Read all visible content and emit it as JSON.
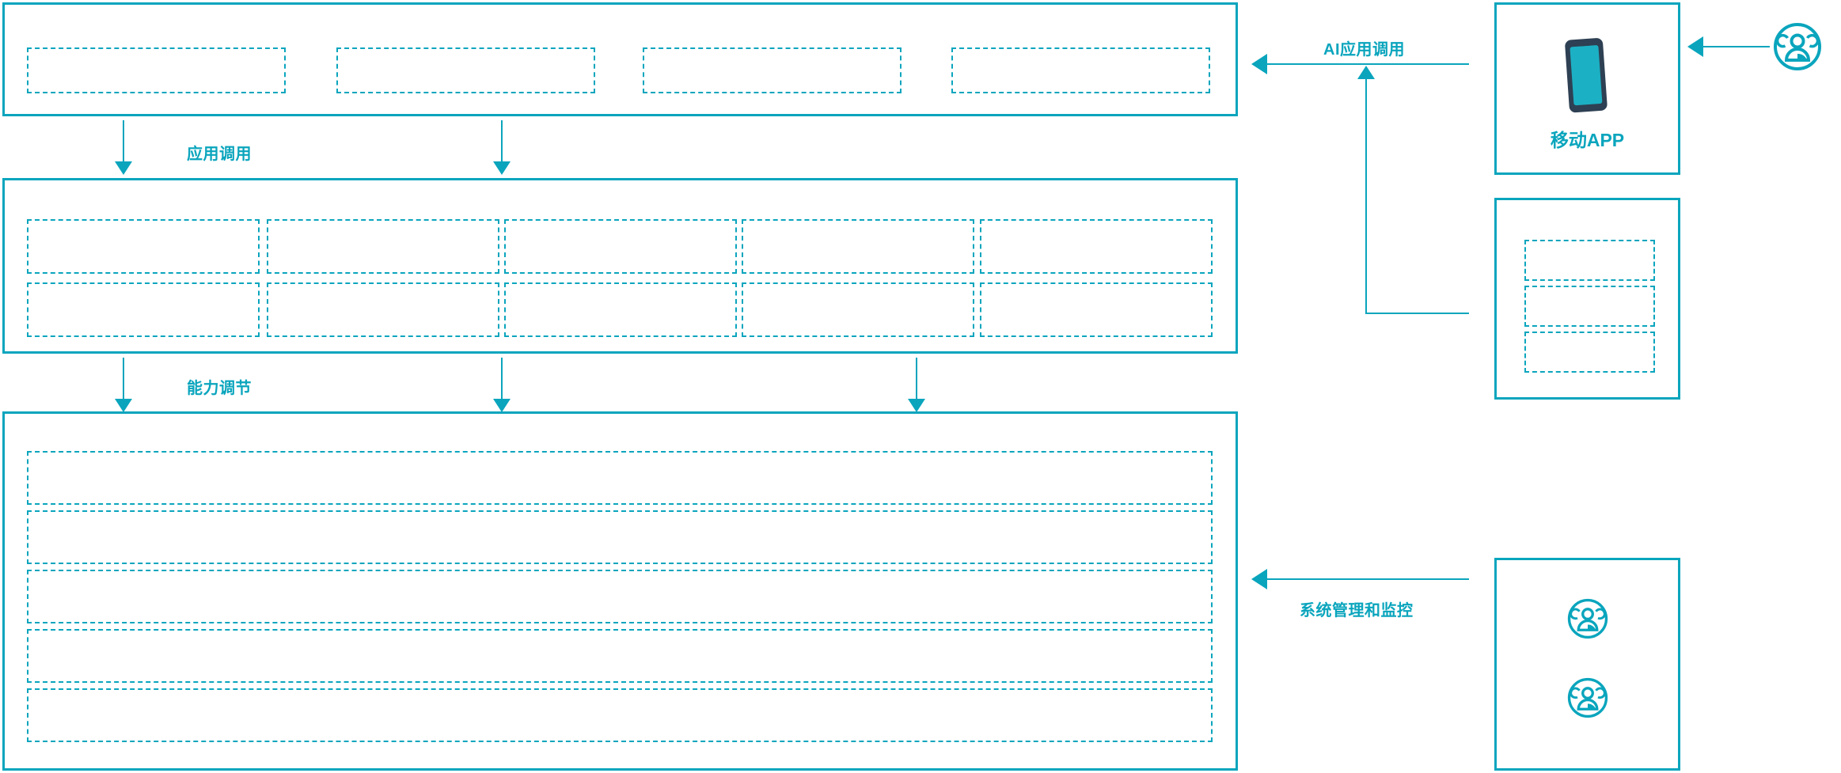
{
  "theme": {
    "accent": "#0aa5bd",
    "phone_body": "#2e4053",
    "phone_screen": "#1cb0c4",
    "background": "#ffffff"
  },
  "diagram": {
    "type": "architecture-layer-diagram",
    "layers": [
      {
        "id": "application-layer",
        "name": "application-layer",
        "cells": [
          {
            "id": "app-cell-1",
            "label": ""
          },
          {
            "id": "app-cell-2",
            "label": ""
          },
          {
            "id": "app-cell-3",
            "label": ""
          },
          {
            "id": "app-cell-4",
            "label": ""
          }
        ]
      },
      {
        "id": "capability-layer",
        "name": "capability-layer",
        "cells": [
          {
            "id": "cap-cell-1",
            "label": ""
          },
          {
            "id": "cap-cell-2",
            "label": ""
          },
          {
            "id": "cap-cell-3",
            "label": ""
          },
          {
            "id": "cap-cell-4",
            "label": ""
          },
          {
            "id": "cap-cell-5",
            "label": ""
          },
          {
            "id": "cap-cell-6",
            "label": ""
          },
          {
            "id": "cap-cell-7",
            "label": ""
          },
          {
            "id": "cap-cell-8",
            "label": ""
          },
          {
            "id": "cap-cell-9",
            "label": ""
          },
          {
            "id": "cap-cell-10",
            "label": ""
          }
        ]
      },
      {
        "id": "platform-layer",
        "name": "platform-layer",
        "cells": [
          {
            "id": "plat-row-1",
            "label": ""
          },
          {
            "id": "plat-row-2",
            "label": ""
          },
          {
            "id": "plat-row-3",
            "label": ""
          },
          {
            "id": "plat-row-4",
            "label": ""
          },
          {
            "id": "plat-row-5",
            "label": ""
          }
        ]
      }
    ],
    "flow_labels": {
      "app_invoke": "应用调用",
      "capability_adjust": "能力调节",
      "ai_app_invoke": "AI应用调用",
      "system_manage_monitor": "系统管理和监控"
    },
    "side_nodes": [
      {
        "id": "mobile-app",
        "label": "移动APP",
        "icon": "smartphone-icon"
      },
      {
        "id": "secondary-channel",
        "label": "",
        "cells": [
          {
            "id": "channel-cell-1",
            "label": ""
          },
          {
            "id": "channel-cell-2",
            "label": ""
          },
          {
            "id": "channel-cell-3",
            "label": ""
          }
        ]
      },
      {
        "id": "ops-users",
        "label": "",
        "icons": [
          "user-group-icon",
          "user-group-icon"
        ]
      }
    ],
    "actors": [
      {
        "id": "end-user",
        "icon": "user-group-icon",
        "label": ""
      }
    ]
  }
}
